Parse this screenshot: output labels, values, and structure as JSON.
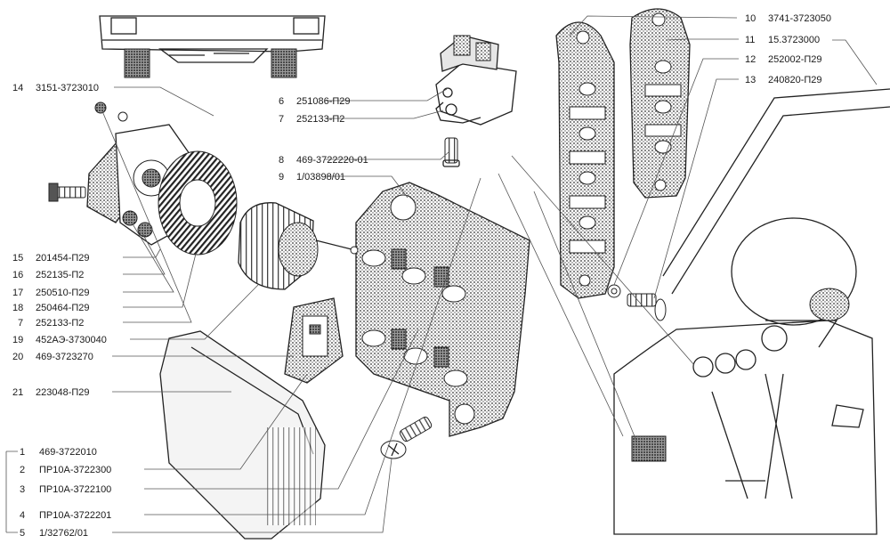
{
  "callouts": [
    {
      "num": "1",
      "part": "469-3722010"
    },
    {
      "num": "2",
      "part": "ПР10А-3722300"
    },
    {
      "num": "3",
      "part": "ПР10А-3722100"
    },
    {
      "num": "4",
      "part": "ПР10А-3722201"
    },
    {
      "num": "5",
      "part": "1/32762/01"
    },
    {
      "num": "6",
      "part": "251086-П29"
    },
    {
      "num": "7",
      "part": "252133-П2"
    },
    {
      "num": "8",
      "part": "469-3722220-01"
    },
    {
      "num": "9",
      "part": "1/03898/01"
    },
    {
      "num": "10",
      "part": "3741-3723050"
    },
    {
      "num": "11",
      "part": "15.3723000"
    },
    {
      "num": "12",
      "part": "252002-П29"
    },
    {
      "num": "13",
      "part": "240820-П29"
    },
    {
      "num": "14",
      "part": "3151-3723010"
    },
    {
      "num": "15",
      "part": "201454-П29"
    },
    {
      "num": "16",
      "part": "252135-П2"
    },
    {
      "num": "17",
      "part": "250510-П29"
    },
    {
      "num": "18",
      "part": "250464-П29"
    },
    {
      "num": "7",
      "part": "252133-П2"
    },
    {
      "num": "19",
      "part": "452АЭ-3730040"
    },
    {
      "num": "20",
      "part": "469-3723270"
    },
    {
      "num": "21",
      "part": "223048-П29"
    }
  ],
  "colors": {
    "ink": "#222222",
    "shade": "#555555",
    "paper": "#ffffff"
  }
}
